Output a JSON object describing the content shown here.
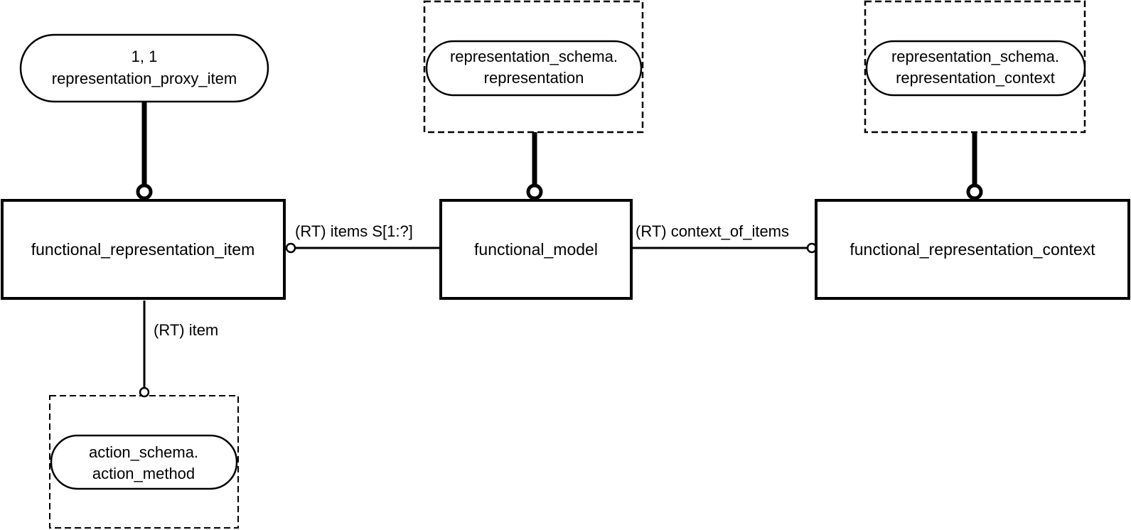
{
  "entities": {
    "functional_representation_item": "functional_representation_item",
    "functional_model": "functional_model",
    "functional_representation_context": "functional_representation_context"
  },
  "references": {
    "representation_proxy_item": {
      "line1": "1, 1",
      "line2": "representation_proxy_item"
    },
    "representation": {
      "line1": "representation_schema.",
      "line2": "representation"
    },
    "representation_context": {
      "line1": "representation_schema.",
      "line2": "representation_context"
    },
    "action_method": {
      "line1": "action_schema.",
      "line2": "action_method"
    }
  },
  "relations": {
    "items": "(RT) items S[1:?]",
    "context_of_items": "(RT) context_of_items",
    "item": "(RT) item"
  }
}
